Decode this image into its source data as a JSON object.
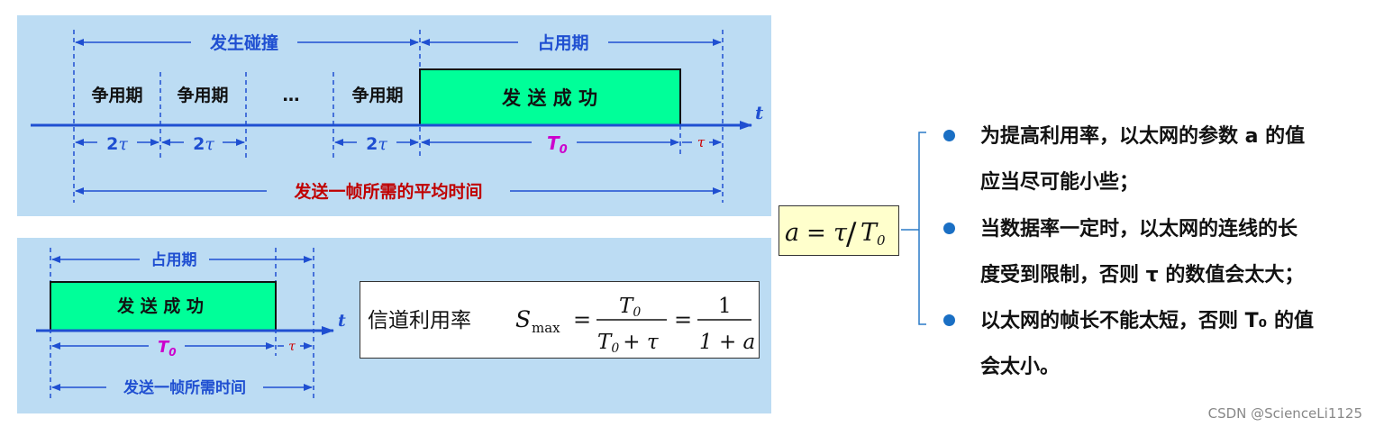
{
  "top_diagram": {
    "collision_label": "发生碰撞",
    "occupy_label": "占用期",
    "contention_label": "争用期",
    "ellipsis": "…",
    "send_success": "发 送 成 功",
    "two_tau_coef": "2",
    "tau": "τ",
    "T": "T",
    "T_sub": "0",
    "time_axis": "t",
    "avg_time_label": "发送一帧所需的平均时间"
  },
  "bottom_diagram": {
    "occupy_label": "占用期",
    "send_success": "发 送 成 功",
    "T": "T",
    "T_sub": "0",
    "tau": "τ",
    "time_axis": "t",
    "frame_time_label": "发送一帧所需时间"
  },
  "formula_utilization": {
    "label": "信道利用率",
    "S": "S",
    "S_sub": "max",
    "equals": "=",
    "num_T": "T",
    "num_sub": "0",
    "den_T": "T",
    "den_sub": "0",
    "den_plus_tau": "+ τ",
    "num_one": "1",
    "den_one_plus_a": "1 + a"
  },
  "formula_a": {
    "a": "a",
    "equals": "=",
    "tau": "τ",
    "slash": "/",
    "T": "T",
    "T_sub": "0"
  },
  "bullets": [
    {
      "lines": [
        "为提高利用率，以太网的参数 a 的值",
        "应当尽可能小些；"
      ]
    },
    {
      "lines": [
        "当数据率一定时，以太网的连线的长",
        "度受到限制，否则 τ 的数值会太大；"
      ]
    },
    {
      "lines": [
        "以太网的帧长不能太短，否则 T₀ 的值",
        "会太小。"
      ]
    }
  ],
  "watermark": "CSDN @ScienceLi1125",
  "colors": {
    "panel_bg": "#bcdcf3",
    "frame_fill": "#00ff99",
    "axis_blue": "#1f4fd1",
    "avg_label_red": "#c00000",
    "T0_magenta": "#cc00cc",
    "bullet_blue": "#1a6fc4"
  }
}
